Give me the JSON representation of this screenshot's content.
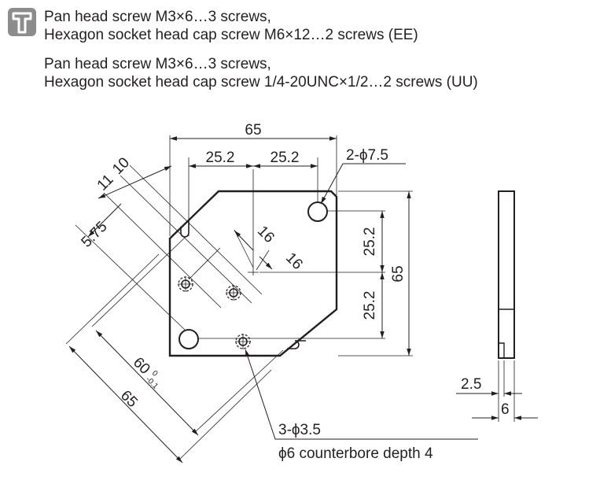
{
  "notes": {
    "ee": {
      "line1": "Pan head screw M3×6…3 screws,",
      "line2": "Hexagon socket head cap screw M6×12…2 screws (EE)"
    },
    "uu": {
      "line1": "Pan head screw M3×6…3 screws,",
      "line2": "Hexagon socket head cap screw 1/4-20UNC×1/2…2 screws (UU)"
    }
  },
  "icon": "screw-icon",
  "dimensions": {
    "overall_width": "65",
    "half_left": "25.2",
    "half_right": "25.2",
    "mounting_holes": "2-ϕ7.5",
    "upper_height": "25.2",
    "lower_height": "25.2",
    "overall_height": "65",
    "diag_1": "11",
    "diag_2": "10",
    "diag_3": "5.75",
    "diag_16_a": "16",
    "diag_16_b": "16",
    "diag_60": "60",
    "diag_60_tol_upper": "0",
    "diag_60_tol_lower": "-0.1",
    "diag_65": "65",
    "side_thickness_small": "2.5",
    "side_thickness": "6"
  },
  "callouts": {
    "small_holes": "3-ϕ3.5",
    "counterbore": "ϕ6 counterbore depth 4"
  }
}
